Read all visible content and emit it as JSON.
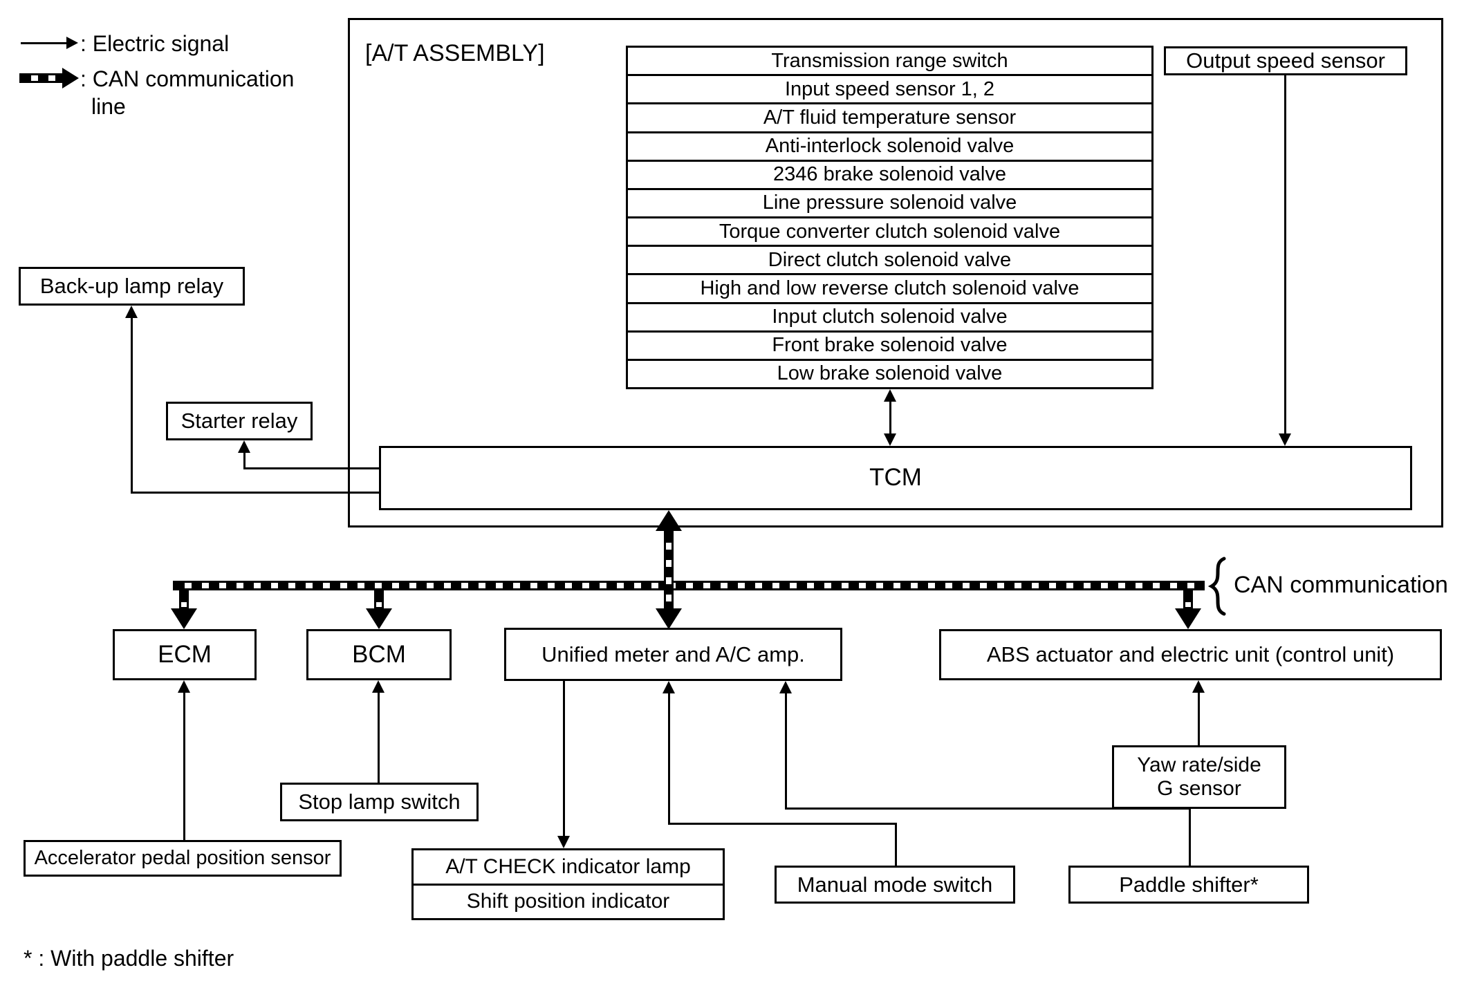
{
  "legend": {
    "electric_label": ": Electric signal",
    "can_label_line1": ": CAN communication",
    "can_label_line2": "line"
  },
  "at_assembly": {
    "title": "[A/T ASSEMBLY]",
    "components": [
      "Transmission range switch",
      "Input speed sensor 1, 2",
      "A/T fluid temperature sensor",
      "Anti-interlock solenoid valve",
      "2346 brake solenoid valve",
      "Line pressure solenoid valve",
      "Torque converter clutch solenoid valve",
      "Direct clutch solenoid valve",
      "High and low reverse clutch solenoid valve",
      "Input clutch solenoid valve",
      "Front brake solenoid valve",
      "Low brake solenoid valve"
    ],
    "tcm_label": "TCM"
  },
  "sensors": {
    "output_speed": "Output speed sensor",
    "yaw_line1": "Yaw rate/side",
    "yaw_line2": "G sensor"
  },
  "relays": {
    "backup": "Back-up lamp relay",
    "starter": "Starter relay"
  },
  "can": {
    "bus_label": "CAN communication"
  },
  "modules": {
    "ecm": "ECM",
    "bcm": "BCM",
    "unified_meter": "Unified meter and A/C amp.",
    "abs": "ABS actuator and electric unit (control unit)"
  },
  "lower": {
    "accelerator": "Accelerator pedal position sensor",
    "stop_lamp": "Stop lamp switch",
    "at_check": "A/T CHECK indicator lamp",
    "shift_position": "Shift position indicator",
    "manual_mode": "Manual mode switch",
    "paddle_shifter": "Paddle shifter*"
  },
  "footnote": {
    "text": "* : With paddle shifter"
  },
  "colors": {
    "ink": "#000000",
    "paper": "#ffffff"
  }
}
